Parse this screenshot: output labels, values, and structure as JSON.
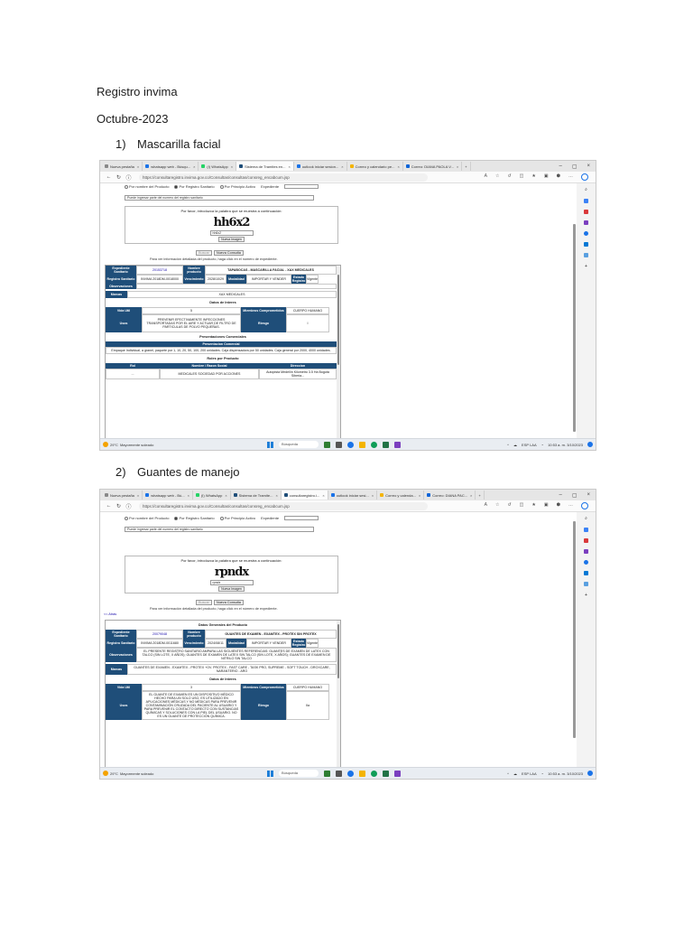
{
  "document": {
    "title": "Registro invima",
    "date": "Octubre-2023",
    "sections": [
      {
        "num": "1)",
        "title": "Mascarilla facial"
      },
      {
        "num": "2)",
        "title": "Guantes de manejo"
      }
    ]
  },
  "browser": {
    "url": "https://consultaregistro.invima.gov.co/Consultas/consultas/consreg_encabcum.jsp",
    "tabs1": [
      "Nueva pestaña",
      "whatsapp web - Búsqu...",
      "(I) WhatsApp",
      "Sistema de Tramites en...",
      "outlook iniciar sesion...",
      "Correo y calendario pe...",
      "Correo: DIANA PAOLA V..."
    ],
    "tabs2": [
      "Nueva pestaña",
      "whatsapp web - Bú...",
      "(I) WhatsApp",
      "Sistema de Tramite...",
      "consultaregistro.i...",
      "outlook iniciar sesi...",
      "Correo y calenda...",
      "Correo: DIANA PAC..."
    ]
  },
  "form": {
    "radio_producto": "Por nombre del Producto",
    "radio_registro": "Por Registro Sanitario",
    "radio_principio": "Por Principio Activo",
    "expediente_label": "Expediente",
    "registro_hint": "Puede ingresar parte del numero del registro sanitario",
    "captcha_prompt": "Por favor, introduzca la palabra que se muestra a continuación:",
    "new_image": "Nueva Imagen",
    "buscar": "Buscar",
    "nueva_consulta": "Nueva Consulta",
    "info_line": "Para ver información detallada del producto, haga click en el número de expediente."
  },
  "shot1": {
    "captcha": "hh6x2",
    "captcha_input": "hh6x2",
    "expediente_label": "Expediente Sanitario",
    "expediente": "20153718",
    "nombre_label": "Nombre producto",
    "nombre": "TAPABOCAS - MASCARILLA FACIAL - XAX MEDICALES",
    "registro_label": "Registro Sanitario",
    "registro": "INVIMA 2018DM-0018000",
    "vencimiento_label": "Vencimiento",
    "vencimiento": "2028/10/29",
    "modalidad_label": "Modalidad",
    "modalidad": "IMPORTAR Y VENDER",
    "estado_label": "Estado Registro",
    "estado": "Vigente",
    "observaciones_label": "Observaciones",
    "marcas_label": "Marcas",
    "marcas": "XAX MEDICALES",
    "datos_interes": "Datos de Interes",
    "vida_util_label": "Vida Util",
    "vida_util": "5",
    "miembros_label": "Miembros Comprometidos",
    "miembros": "CUERPO HUMANO",
    "usos_label": "Usos",
    "usos": "PREVENIR EFECTIVAMENTE INFECCIONES TRANSPORTADAS POR EL AIRE Y ACTUAR DE FILTRO DE PARTICULAS DE POLVO PEQUEÑAS.",
    "riesgo_label": "Riesgo",
    "riesgo": "I",
    "presentaciones": "Presentaciones Comerciales",
    "presentacion_header": "Presentacion Comercial",
    "presentacion": "Empaque Individual, a granel, paquete por 1, 10, 20, 50, 100, 200 unidades. Caja dispensadora por 50 unidades. Caja general por 2000, 4000 unidades.",
    "roles": "Roles por Producto",
    "rol_header": "Rol",
    "nombre_social_header": "Nombre / Razon Social",
    "direccion_header": "Direccion",
    "rol": "...",
    "nombre_social": "MEDICALES SOCIEDAD POR ACCIONES",
    "direccion": "Autopista Medellín Kilometro 3.5 Ha Bogotá Siberia..."
  },
  "shot2": {
    "captcha": "rpndx",
    "captcha_input": "rpndx",
    "back_link": "<< Atrás",
    "datos_generales": "Datos Generales del Producto",
    "expediente_label": "Expediente Sanitario",
    "expediente": "20079048",
    "nombre_label": "Nombre producto",
    "nombre": "GUANTES DE EXAMEN - EXAMTEX - PROTEX SIN PROTEX",
    "registro_label": "Registro Sanitario",
    "registro": "INVIMA 2018DM-0011680",
    "vencimiento_label": "Vencimiento",
    "vencimiento": "2024/08/11",
    "modalidad_label": "Modalidad",
    "modalidad": "IMPORTAR Y VENDER",
    "estado_label": "Estado Registro",
    "estado": "Vigente",
    "observaciones_label": "Observaciones",
    "observaciones": "EL PRESENTE REGISTRO SANITARIO AMPARA LAS SIGUIENTES REFERENCIAS: GUANTES DE EXAMEN DE LATEX CON TALCO (SIN LOTE, X AÑOS); GUANTES DE EXAMEN DE LATEX SIN TALCO (SIN LOTE, X AÑOS); GUANTES DE EXAMEN DE NITRILO SIN TALCO",
    "marcas_label": "Marcas",
    "marcas": "GUANTES DE EXAMEN - EXAMTEX - PROTEX +OV. PROTEX - FAST CARE - TASK PRO, SUPREME - SOFT TOUCH - DROXCARE, NARANTERIO - ARO",
    "datos_interes": "Datos de Interes",
    "vida_util_label": "Vida Util",
    "vida_util": "3",
    "miembros_label": "Miembros Comprometidos",
    "miembros": "CUERPO HUMANO",
    "usos_label": "Usos",
    "usos": "EL GUANTE DE EXAMEN ES UN DISPOSITIVO MÉDICO HECHO PARA UN SOLO USO. ES UTILIZADO EN APLICACIONES MÉDICAS Y NO MÉDICAS PARA PREVENIR CONTAMINACIÓN CRUZADA DEL PACIENTE AL USUARIO Y PARA PREVENIR EL CONTACTO DIRECTO CON SUSTANCIAS QUÍMICAS Y SOLUCIONES CON LA PIEL DEL USUARIO. NO ES UN GUANTE DE PROTECCIÓN QUÍMICA.",
    "riesgo_label": "Riesgo",
    "riesgo": "IIa"
  },
  "taskbar": {
    "weather_temp": "29°C",
    "weather_desc": "Mayormente soleado",
    "search": "Búsqueda",
    "lang": "ESP LAA",
    "time": "10:53 a. m.",
    "date": "3/10/2023"
  },
  "colors": {
    "header_blue": "#1f4e79",
    "accent": "#1a73e8"
  }
}
